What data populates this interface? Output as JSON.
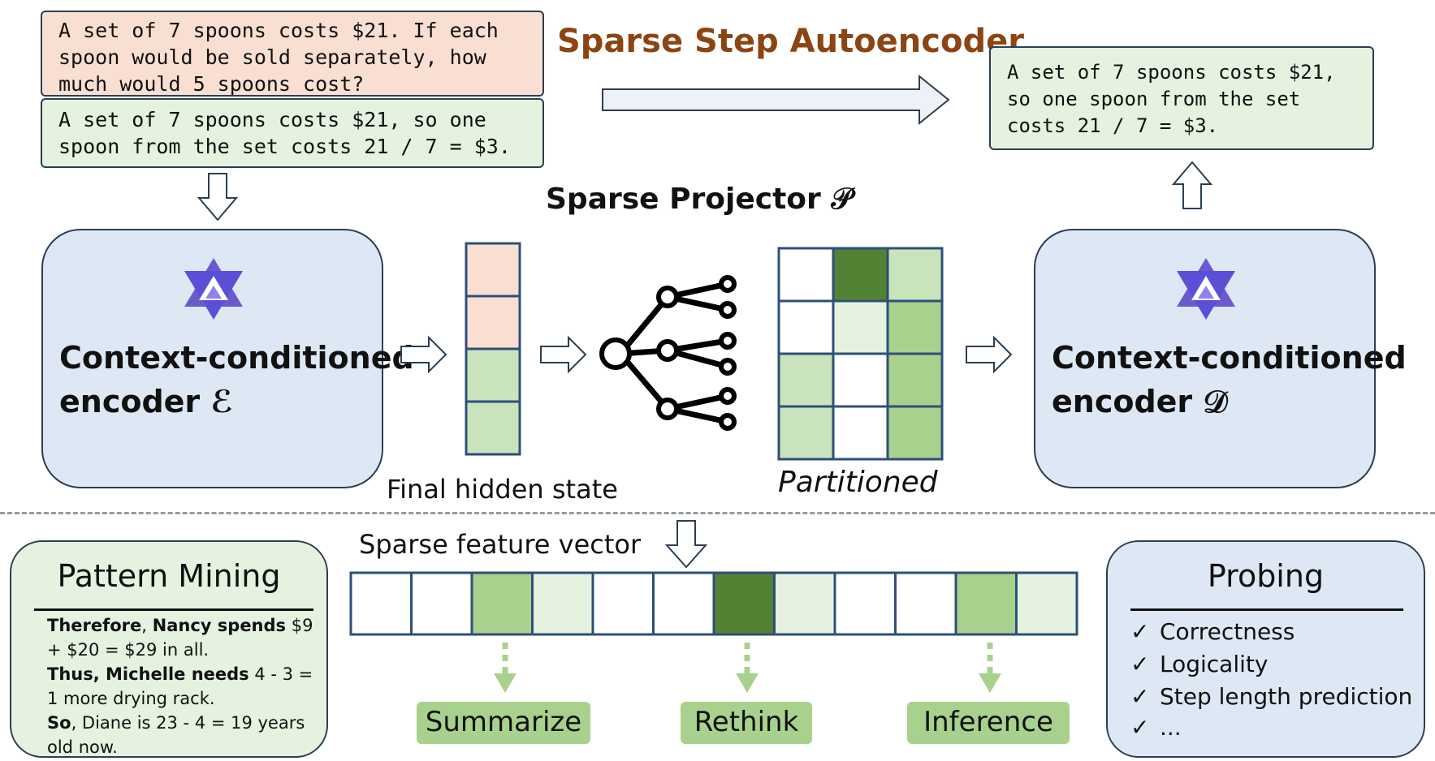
{
  "title": "Sparse Step Autoencoder",
  "projector_title": "Sparse Projector 𝒫",
  "input_question": "A set of 7 spoons costs $21. If each spoon would be sold separately, how much would 5 spoons cost?",
  "input_step": "A set of 7 spoons costs $21, so one spoon from the set costs 21 / 7 = $3.",
  "output_step": "A set of 7 spoons costs $21, so one spoon from the set costs 21 / 7 = $3.",
  "encoder_left": {
    "line1": "Context-conditioned",
    "line2": "encoder ℰ"
  },
  "encoder_right": {
    "line1": "Context-conditioned",
    "line2": "encoder 𝒟"
  },
  "hidden_state_label": "Final hidden state",
  "partitioned_label": "Partitioned",
  "sparse_vector_label": "Sparse feature vector",
  "hidden_state_cells": [
    "salmon",
    "salmon",
    "light-green",
    "light-green"
  ],
  "partition_grid": [
    [
      "white",
      "dark-green",
      "light-green"
    ],
    [
      "white",
      "pale-green",
      "mid-green"
    ],
    [
      "light-green",
      "white",
      "mid-green"
    ],
    [
      "light-green",
      "white",
      "mid-green"
    ]
  ],
  "feature_vector_cells": [
    "white",
    "white",
    "mid-green",
    "pale-green",
    "white",
    "white",
    "dark-green",
    "pale-green",
    "white",
    "white",
    "mid-green",
    "pale-green"
  ],
  "tags": [
    "Summarize",
    "Rethink",
    "Inference"
  ],
  "pattern_mining": {
    "title": "Pattern Mining",
    "lines": [
      {
        "bold": "Therefore",
        "mid": ", ",
        "bold2": "Nancy spends",
        "rest": " $9 + $20 = $29 in all."
      },
      {
        "bold": "Thus, Michelle needs",
        "mid": "",
        "bold2": "",
        "rest": " 4 - 3 = 1 more drying rack."
      },
      {
        "bold": "So",
        "mid": "",
        "bold2": "",
        "rest": ", Diane is 23 - 4 = 19 years old now."
      }
    ]
  },
  "probing": {
    "title": "Probing",
    "items": [
      "Correctness",
      "Logicality",
      "Step length prediction",
      "..."
    ],
    "check": "✓"
  },
  "colors": {
    "salmon": "#f9dfd2",
    "pale-green": "#e4f2df",
    "light-green": "#c9e3bd",
    "mid-green": "#a9d18e",
    "dark-green": "#548235",
    "white": "#ffffff",
    "cell-border": "#2e4f7a",
    "title": "#8b4513",
    "encoder-fill": "#dde8f4"
  }
}
